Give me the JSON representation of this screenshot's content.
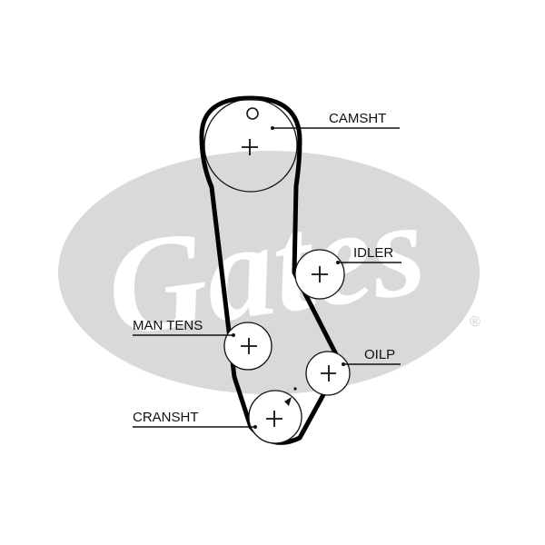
{
  "diagram": {
    "colors": {
      "belt": "#000000",
      "line": "#111111",
      "watermark": "#d9d9d9",
      "background": "#ffffff"
    },
    "watermark": {
      "brand": "Gates",
      "registered_mark": "®"
    },
    "labels": {
      "camshaft": "CAMSHT",
      "idler": "IDLER",
      "manual_tensioner": "MAN TENS",
      "oil_pump": "OILP",
      "crankshaft": "CRANSHT"
    }
  }
}
